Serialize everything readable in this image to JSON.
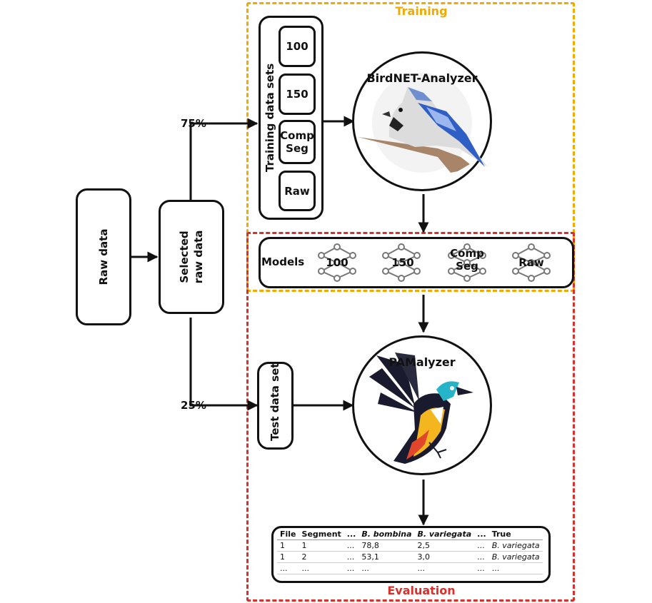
{
  "sections": {
    "training": "Training",
    "evaluation": "Evaluation"
  },
  "colors": {
    "training": "#f2a900",
    "evaluation": "#d9302c"
  },
  "raw_data": "Raw data",
  "selected_raw_data": [
    "Selected",
    "raw data"
  ],
  "split": {
    "train": "75%",
    "test": "25%"
  },
  "training_sets": {
    "title": "Training data sets",
    "items": [
      {
        "lines": [
          "100"
        ]
      },
      {
        "lines": [
          "150"
        ]
      },
      {
        "lines": [
          "Comp",
          "Seg"
        ]
      },
      {
        "lines": [
          "Raw"
        ]
      }
    ]
  },
  "birdnet": "BirdNET-Analyzer",
  "models": {
    "title": "Models",
    "items": [
      {
        "lines": [
          "100"
        ]
      },
      {
        "lines": [
          "150"
        ]
      },
      {
        "lines": [
          "Comp",
          "Seg"
        ]
      },
      {
        "lines": [
          "Raw"
        ]
      }
    ]
  },
  "test_set": "Test data set",
  "pamalyzer": "PAMalyzer",
  "results": {
    "headers": [
      "File",
      "Segment",
      "...",
      "B. bombina",
      "B. variegata",
      "...",
      "True"
    ],
    "rows": [
      [
        "1",
        "1",
        "...",
        "78,8",
        "2,5",
        "...",
        "B. variegata"
      ],
      [
        "1",
        "2",
        "...",
        "53,1",
        "3,0",
        "...",
        "B. variegata"
      ],
      [
        "...",
        "...",
        "...",
        "...",
        "...",
        "...",
        "..."
      ]
    ]
  }
}
